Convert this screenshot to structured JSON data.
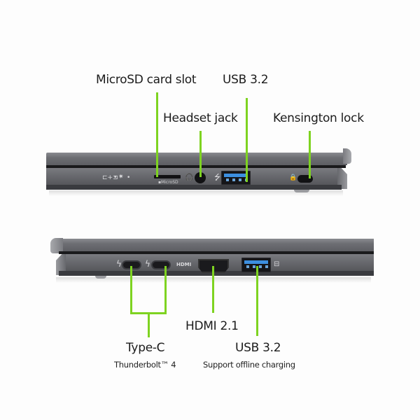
{
  "top_view": {
    "labels": {
      "microsd": "MicroSD card slot",
      "usb": "USB 3.2",
      "headset": "Headset jack",
      "kensington": "Kensington lock"
    },
    "glyphs": {
      "battery_led": "⊏+⊐",
      "dot": "•",
      "power_led": "✷",
      "microsd_print": "▪MicroSD",
      "headset_icon": "🎧",
      "usb_icon": "⭍",
      "lock_icon": "🔒"
    }
  },
  "bottom_view": {
    "labels": {
      "typec": "Type-C",
      "typec_sub": "Thunderbolt™ 4",
      "hdmi": "HDMI 2.1",
      "usb": "USB 3.2",
      "usb_sub": "Support offline charging"
    },
    "glyphs": {
      "thunderbolt_1": "ϟ",
      "thunderbolt_2": "ϟ",
      "hdmi_print": "HDMI",
      "usb_charge_icon": "⊟"
    }
  },
  "colors": {
    "callout_line": "#7ed321",
    "chassis": "#6d6e73",
    "usb_blue": "#3c8fe0"
  }
}
